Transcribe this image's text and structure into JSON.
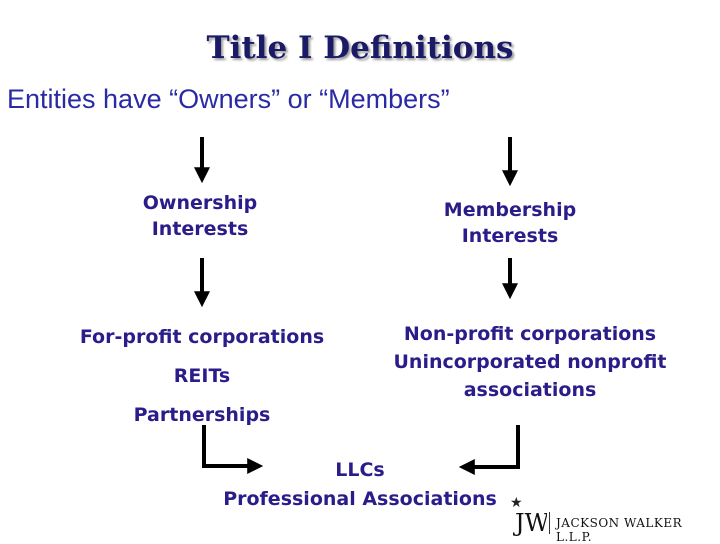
{
  "title": "Title I Definitions",
  "subtitle": "Entities have “Owners” or “Members”",
  "nodes": {
    "ownership": [
      "Ownership",
      "Interests"
    ],
    "membership": [
      "Membership",
      "Interests"
    ],
    "for_profit": [
      "For-profit corporations",
      "REITs",
      "Partnerships"
    ],
    "non_profit": [
      "Non-profit corporations",
      "Unincorporated nonprofit",
      "associations"
    ],
    "llcs": [
      "LLCs",
      "Professional Associations"
    ]
  },
  "logo": {
    "monogram": "JW",
    "text": "JACKSON WALKER L.L.P."
  },
  "colors": {
    "title": "#1a1a66",
    "subtitle": "#2a2aa5",
    "node_text": "#2a1d8a",
    "arrows": "#000000"
  }
}
